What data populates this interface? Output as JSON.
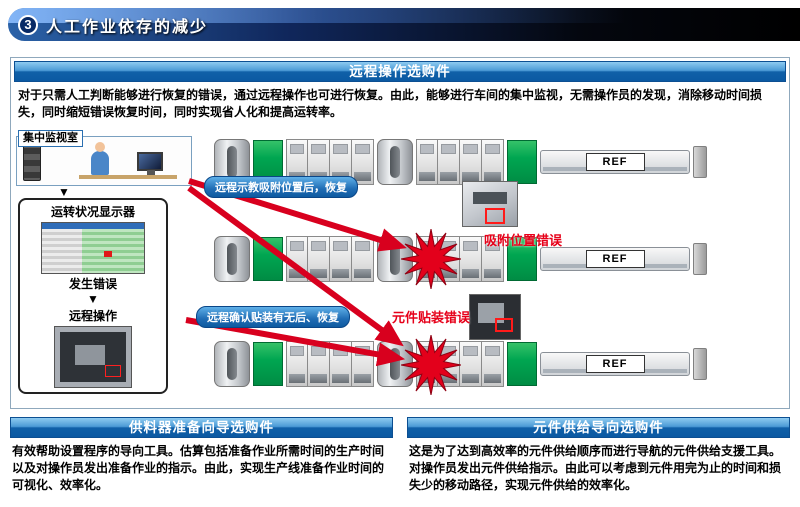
{
  "page": {
    "number": "3",
    "title": "人工作业依存的减少"
  },
  "icons": {
    "down_arrow": "▼"
  },
  "colors": {
    "accent_blue": "#1060a8",
    "alert_red": "#e3001b",
    "machine_green": "#00a651",
    "header_black": "#000000"
  },
  "remote": {
    "header": "远程操作选购件",
    "body": "对于只需人工判断能够进行恢复的错误，通过远程操作也可进行恢复。由此，能够进行车间的集中监视，无需操作员的发现，消除移动时间损失，同时缩短错误恢复时间，同时实现省人化和提高运转率。",
    "monitor_room_label": "集中监视室",
    "status_display_label": "运转状况显示器",
    "error_occurred_label": "发生错误",
    "remote_operation_label": "远程操作",
    "callout_pickup": "远程示教吸附位置后，恢复",
    "error_pickup": "吸附位置错误",
    "callout_mount": "远程确认贴装有无后、恢复",
    "error_mount": "元件贴装错误",
    "ref_label": "REF"
  },
  "feeder": {
    "header": "供料器准备向导选购件",
    "body": "有效帮助设置程序的导向工具。估算包括准备作业所需时间的生产时间以及对操作员发出准备作业的指示。由此，实现生产线准备作业时间的可视化、效率化。"
  },
  "supply": {
    "header": "元件供给导向选购件",
    "body": "这是为了达到高效率的元件供给顺序而进行导航的元件供给支援工具。对操作员发出元件供给指示。由此可以考虑到元件用完为止的时间和损失少的移动路径，实现元件供给的效率化。"
  }
}
